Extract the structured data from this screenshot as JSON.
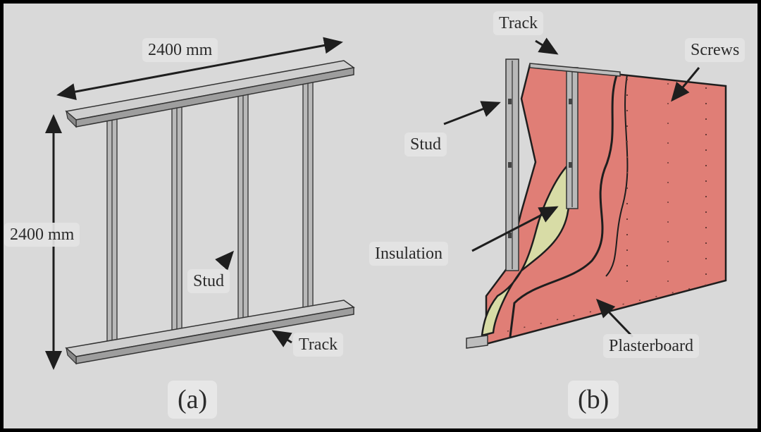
{
  "panel_a": {
    "caption": "(a)",
    "width_label": "2400 mm",
    "height_label": "2400 mm",
    "stud_label": "Stud",
    "track_label": "Track"
  },
  "panel_b": {
    "caption": "(b)",
    "track_label": "Track",
    "screws_label": "Screws",
    "stud_label": "Stud",
    "insulation_label": "Insulation",
    "plasterboard_label": "Plasterboard"
  },
  "colors": {
    "background": "#d9d9d9",
    "frame": "#000000",
    "plasterboard": "#e07e76",
    "plasterboard_dark": "#c86a62",
    "insulation": "#d8dca6",
    "steel": "#a8a8a8",
    "outline": "#1e1e1e"
  }
}
